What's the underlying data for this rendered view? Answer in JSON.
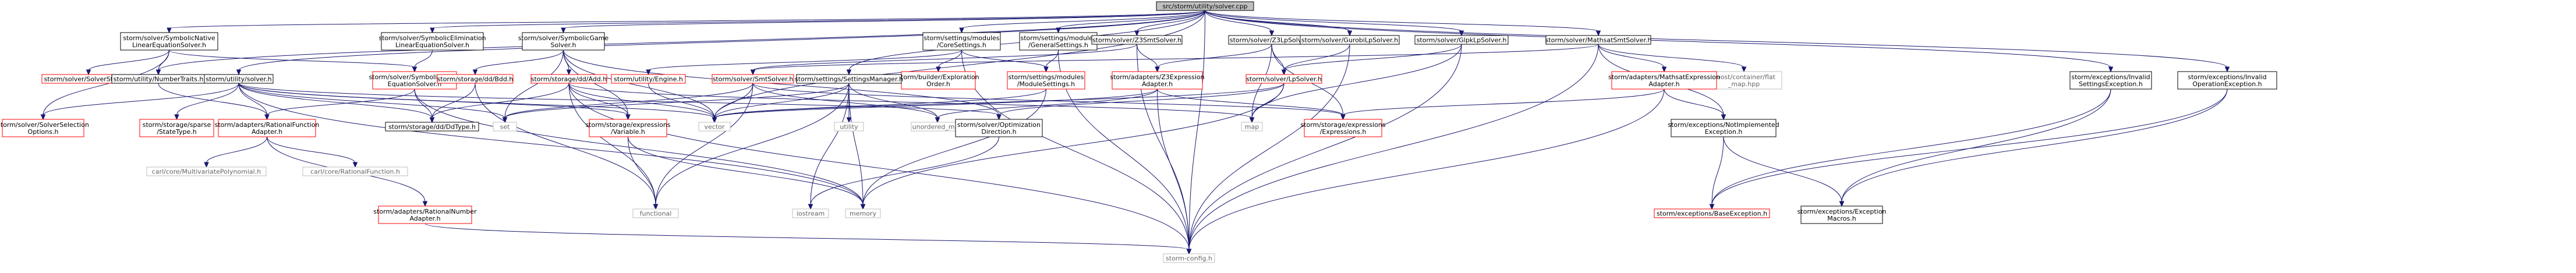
{
  "colors": {
    "edge": "#191970",
    "border": "#000000",
    "root_fill": "#bfbfbf",
    "node_fill": "#ffffff",
    "text": "#000000",
    "missing_border": "#ff0000",
    "system_border": "#bfbfbf",
    "system_text": "#666666"
  },
  "nodes": [
    {
      "id": "root",
      "lines": [
        "src/storm/utility/solver.cpp"
      ],
      "kind": "root"
    },
    {
      "id": "symNativeLin",
      "lines": [
        "storm/solver/SymbolicNative",
        "LinearEquationSolver.h"
      ],
      "kind": "normal"
    },
    {
      "id": "symElimLin",
      "lines": [
        "storm/solver/SymbolicElimination",
        "LinearEquationSolver.h"
      ],
      "kind": "normal"
    },
    {
      "id": "symGame",
      "lines": [
        "storm/solver/SymbolicGame",
        "Solver.h"
      ],
      "kind": "normal"
    },
    {
      "id": "coreSettings",
      "lines": [
        "storm/settings/modules",
        "/CoreSettings.h"
      ],
      "kind": "normal"
    },
    {
      "id": "genSettings",
      "lines": [
        "storm/settings/modules",
        "/GeneralSettings.h"
      ],
      "kind": "normal"
    },
    {
      "id": "z3Smt",
      "lines": [
        "storm/solver/Z3SmtSolver.h"
      ],
      "kind": "normal"
    },
    {
      "id": "z3Lp",
      "lines": [
        "storm/solver/Z3LpSolver.h"
      ],
      "kind": "normal"
    },
    {
      "id": "gurobiLp",
      "lines": [
        "storm/solver/GurobiLpSolver.h"
      ],
      "kind": "normal"
    },
    {
      "id": "glpkLp",
      "lines": [
        "storm/solver/GlpkLpSolver.h"
      ],
      "kind": "normal"
    },
    {
      "id": "mathsatSmt",
      "lines": [
        "storm/solver/MathsatSmtSolver.h"
      ],
      "kind": "normal"
    },
    {
      "id": "solverStatus",
      "lines": [
        "storm/solver/SolverStatus.h"
      ],
      "kind": "missing"
    },
    {
      "id": "numberTraits",
      "lines": [
        "storm/utility/NumberTraits.h"
      ],
      "kind": "normal"
    },
    {
      "id": "utilSolver",
      "lines": [
        "storm/utility/solver.h"
      ],
      "kind": "normal"
    },
    {
      "id": "symLinSolver",
      "lines": [
        "storm/solver/SymbolicLinear",
        "EquationSolver.h"
      ],
      "kind": "missing"
    },
    {
      "id": "bdd",
      "lines": [
        "storm/storage/dd/Bdd.h"
      ],
      "kind": "missing"
    },
    {
      "id": "add",
      "lines": [
        "storm/storage/dd/Add.h"
      ],
      "kind": "missing"
    },
    {
      "id": "builderExpl",
      "lines": [
        "storm/builder/Exploration",
        "Order.h"
      ],
      "kind": "missing"
    },
    {
      "id": "moduleSettings",
      "lines": [
        "storm/settings/modules",
        "/ModuleSettings.h"
      ],
      "kind": "missing"
    },
    {
      "id": "engine",
      "lines": [
        "storm/utility/Engine.h"
      ],
      "kind": "missing"
    },
    {
      "id": "smtSolver",
      "lines": [
        "storm/solver/SmtSolver.h"
      ],
      "kind": "missing"
    },
    {
      "id": "settingsMgr",
      "lines": [
        "storm/settings/SettingsManager.h"
      ],
      "kind": "normal"
    },
    {
      "id": "z3Adapter",
      "lines": [
        "storm/adapters/Z3Expression",
        "Adapter.h"
      ],
      "kind": "missing"
    },
    {
      "id": "lpSolver",
      "lines": [
        "storm/solver/LpSolver.h"
      ],
      "kind": "missing"
    },
    {
      "id": "boostFlatMap",
      "lines": [
        "boost/container/flat",
        "_map.hpp"
      ],
      "kind": "system"
    },
    {
      "id": "mathsatAdapter",
      "lines": [
        "storm/adapters/MathsatExpression",
        "Adapter.h"
      ],
      "kind": "missing"
    },
    {
      "id": "invalidSettingsExc",
      "lines": [
        "storm/exceptions/Invalid",
        "SettingsException.h"
      ],
      "kind": "normal"
    },
    {
      "id": "invalidOpExc",
      "lines": [
        "storm/exceptions/Invalid",
        "OperationException.h"
      ],
      "kind": "normal"
    },
    {
      "id": "solverSelOpts",
      "lines": [
        "storm/solver/SolverSelection",
        "Options.h"
      ],
      "kind": "missing"
    },
    {
      "id": "sparseStateType",
      "lines": [
        "storm/storage/sparse",
        "/StateType.h"
      ],
      "kind": "missing"
    },
    {
      "id": "ratFuncAdapter",
      "lines": [
        "storm/adapters/RationalFunction",
        "Adapter.h"
      ],
      "kind": "missing"
    },
    {
      "id": "ddType",
      "lines": [
        "storm/storage/dd/DdType.h"
      ],
      "kind": "normal"
    },
    {
      "id": "set",
      "lines": [
        "set"
      ],
      "kind": "system"
    },
    {
      "id": "exprVariable",
      "lines": [
        "storm/storage/expressions",
        "/Variable.h"
      ],
      "kind": "missing"
    },
    {
      "id": "vector",
      "lines": [
        "vector"
      ],
      "kind": "system"
    },
    {
      "id": "utility",
      "lines": [
        "utility"
      ],
      "kind": "system"
    },
    {
      "id": "unorderedMap",
      "lines": [
        "unordered_map"
      ],
      "kind": "system"
    },
    {
      "id": "optDirection",
      "lines": [
        "storm/solver/Optimization",
        "Direction.h"
      ],
      "kind": "normal"
    },
    {
      "id": "map",
      "lines": [
        "map"
      ],
      "kind": "system"
    },
    {
      "id": "expressions",
      "lines": [
        "storm/storage/expressions",
        "/Expressions.h"
      ],
      "kind": "missing"
    },
    {
      "id": "notImplExc",
      "lines": [
        "storm/exceptions/NotImplemented",
        "Exception.h"
      ],
      "kind": "normal"
    },
    {
      "id": "multivarPoly",
      "lines": [
        "carl/core/MultivariatePolynomial.h"
      ],
      "kind": "system"
    },
    {
      "id": "carlRatFunc",
      "lines": [
        "carl/core/RationalFunction.h"
      ],
      "kind": "system"
    },
    {
      "id": "ratNumAdapter",
      "lines": [
        "storm/adapters/RationalNumber",
        "Adapter.h"
      ],
      "kind": "missing"
    },
    {
      "id": "functional",
      "lines": [
        "functional"
      ],
      "kind": "system"
    },
    {
      "id": "iostream",
      "lines": [
        "iostream"
      ],
      "kind": "system"
    },
    {
      "id": "memory",
      "lines": [
        "memory"
      ],
      "kind": "system"
    },
    {
      "id": "baseExc",
      "lines": [
        "storm/exceptions/BaseException.h"
      ],
      "kind": "missing"
    },
    {
      "id": "excMacros",
      "lines": [
        "storm/exceptions/Exception",
        "Macros.h"
      ],
      "kind": "normal"
    },
    {
      "id": "stormConfig",
      "lines": [
        "storm-config.h"
      ],
      "kind": "system"
    }
  ],
  "edges": [
    [
      "root",
      "symNativeLin"
    ],
    [
      "root",
      "symElimLin"
    ],
    [
      "root",
      "symGame"
    ],
    [
      "root",
      "coreSettings"
    ],
    [
      "root",
      "genSettings"
    ],
    [
      "root",
      "z3Smt"
    ],
    [
      "root",
      "z3Lp"
    ],
    [
      "root",
      "gurobiLp"
    ],
    [
      "root",
      "glpkLp"
    ],
    [
      "root",
      "mathsatSmt"
    ],
    [
      "root",
      "numberTraits"
    ],
    [
      "root",
      "utilSolver"
    ],
    [
      "root",
      "settingsMgr"
    ],
    [
      "root",
      "invalidSettingsExc"
    ],
    [
      "root",
      "invalidOpExc"
    ],
    [
      "root",
      "vector"
    ],
    [
      "root",
      "stormConfig"
    ],
    [
      "symNativeLin",
      "solverStatus"
    ],
    [
      "symNativeLin",
      "numberTraits"
    ],
    [
      "symNativeLin",
      "symLinSolver"
    ],
    [
      "symNativeLin",
      "solverSelOpts"
    ],
    [
      "symElimLin",
      "symLinSolver"
    ],
    [
      "symGame",
      "bdd"
    ],
    [
      "symGame",
      "add"
    ],
    [
      "symGame",
      "exprVariable"
    ],
    [
      "symGame",
      "set"
    ],
    [
      "symGame",
      "vector"
    ],
    [
      "symGame",
      "optDirection"
    ],
    [
      "coreSettings",
      "builderExpl"
    ],
    [
      "coreSettings",
      "moduleSettings"
    ],
    [
      "coreSettings",
      "engine"
    ],
    [
      "coreSettings",
      "stormConfig"
    ],
    [
      "genSettings",
      "moduleSettings"
    ],
    [
      "genSettings",
      "stormConfig"
    ],
    [
      "z3Smt",
      "smtSolver"
    ],
    [
      "z3Smt",
      "z3Adapter"
    ],
    [
      "z3Smt",
      "stormConfig"
    ],
    [
      "z3Lp",
      "lpSolver"
    ],
    [
      "z3Lp",
      "z3Adapter"
    ],
    [
      "z3Lp",
      "map"
    ],
    [
      "z3Lp",
      "expressions"
    ],
    [
      "gurobiLp",
      "lpSolver"
    ],
    [
      "gurobiLp",
      "stormConfig"
    ],
    [
      "glpkLp",
      "lpSolver"
    ],
    [
      "glpkLp",
      "map"
    ],
    [
      "glpkLp",
      "stormConfig"
    ],
    [
      "mathsatSmt",
      "smtSolver"
    ],
    [
      "mathsatSmt",
      "mathsatAdapter"
    ],
    [
      "mathsatSmt",
      "boostFlatMap"
    ],
    [
      "mathsatSmt",
      "stormConfig"
    ],
    [
      "mathsatSmt",
      "notImplExc"
    ],
    [
      "numberTraits",
      "ratFuncAdapter"
    ],
    [
      "utilSolver",
      "solverSelOpts"
    ],
    [
      "utilSolver",
      "sparseStateType"
    ],
    [
      "utilSolver",
      "ratFuncAdapter"
    ],
    [
      "utilSolver",
      "ddType"
    ],
    [
      "utilSolver",
      "set"
    ],
    [
      "utilSolver",
      "exprVariable"
    ],
    [
      "utilSolver",
      "vector"
    ],
    [
      "utilSolver",
      "memory"
    ],
    [
      "utilSolver",
      "optDirection"
    ],
    [
      "symLinSolver",
      "ddType"
    ],
    [
      "symLinSolver",
      "ratFuncAdapter"
    ],
    [
      "symLinSolver",
      "memory"
    ],
    [
      "bdd",
      "ddType"
    ],
    [
      "bdd",
      "functional"
    ],
    [
      "add",
      "ddType"
    ],
    [
      "add",
      "functional"
    ],
    [
      "add",
      "vector"
    ],
    [
      "add",
      "map"
    ],
    [
      "add",
      "exprVariable"
    ],
    [
      "add",
      "stormConfig"
    ],
    [
      "engine",
      "vector"
    ],
    [
      "smtSolver",
      "vector"
    ],
    [
      "smtSolver",
      "set"
    ],
    [
      "smtSolver",
      "unorderedMap"
    ],
    [
      "smtSolver",
      "functional"
    ],
    [
      "smtSolver",
      "expressions"
    ],
    [
      "settingsMgr",
      "vector"
    ],
    [
      "settingsMgr",
      "set"
    ],
    [
      "settingsMgr",
      "utility"
    ],
    [
      "settingsMgr",
      "unorderedMap"
    ],
    [
      "settingsMgr",
      "iostream"
    ],
    [
      "settingsMgr",
      "memory"
    ],
    [
      "settingsMgr",
      "functional"
    ],
    [
      "moduleSettings",
      "vector"
    ],
    [
      "moduleSettings",
      "memory"
    ],
    [
      "z3Adapter",
      "unorderedMap"
    ],
    [
      "z3Adapter",
      "vector"
    ],
    [
      "z3Adapter",
      "stormConfig"
    ],
    [
      "z3Adapter",
      "expressions"
    ],
    [
      "lpSolver",
      "optDirection"
    ],
    [
      "lpSolver",
      "map"
    ],
    [
      "lpSolver",
      "memory"
    ],
    [
      "lpSolver",
      "vector"
    ],
    [
      "mathsatAdapter",
      "notImplExc"
    ],
    [
      "mathsatAdapter",
      "expressions"
    ],
    [
      "mathsatAdapter",
      "stormConfig"
    ],
    [
      "invalidSettingsExc",
      "baseExc"
    ],
    [
      "invalidSettingsExc",
      "excMacros"
    ],
    [
      "invalidOpExc",
      "baseExc"
    ],
    [
      "invalidOpExc",
      "excMacros"
    ],
    [
      "notImplExc",
      "baseExc"
    ],
    [
      "notImplExc",
      "excMacros"
    ],
    [
      "ratFuncAdapter",
      "multivarPoly"
    ],
    [
      "ratFuncAdapter",
      "carlRatFunc"
    ],
    [
      "ratFuncAdapter",
      "ratNumAdapter"
    ],
    [
      "exprVariable",
      "functional"
    ],
    [
      "exprVariable",
      "memory"
    ],
    [
      "optDirection",
      "iostream"
    ],
    [
      "ratNumAdapter",
      "stormConfig"
    ]
  ]
}
